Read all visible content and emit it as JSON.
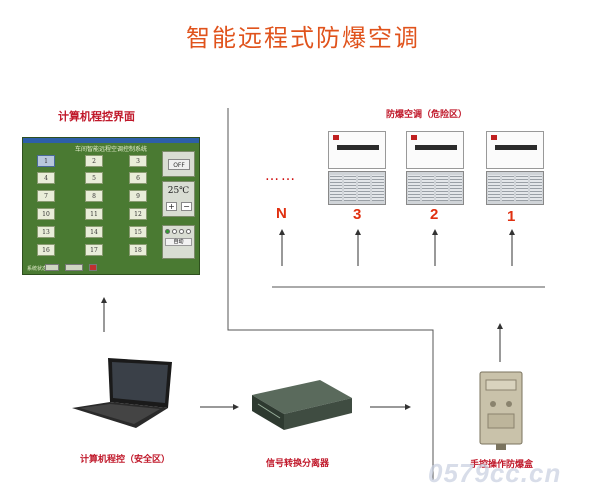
{
  "title": "智能远程式防爆空调",
  "panel_label": "计算机程控界面",
  "ac_label": "防爆空调（危险区）",
  "panel": {
    "header": "车间智能远程空调控制系统",
    "buttons": [
      "1",
      "2",
      "3",
      "4",
      "5",
      "6",
      "7",
      "8",
      "9",
      "10",
      "11",
      "12",
      "13",
      "14",
      "15",
      "16",
      "17",
      "18"
    ],
    "off": "OFF",
    "temp": "25℃",
    "plus": "+",
    "minus": "−",
    "mode": "自动",
    "footer": "系统状态"
  },
  "units": [
    "N",
    "3",
    "2",
    "1"
  ],
  "ellipsis": "……",
  "computer_label": "计算机程控（安全区）",
  "signal_label": "信号转换分离器",
  "manual_label": "手控操作防爆盒",
  "watermark": "0579cc.cn"
}
